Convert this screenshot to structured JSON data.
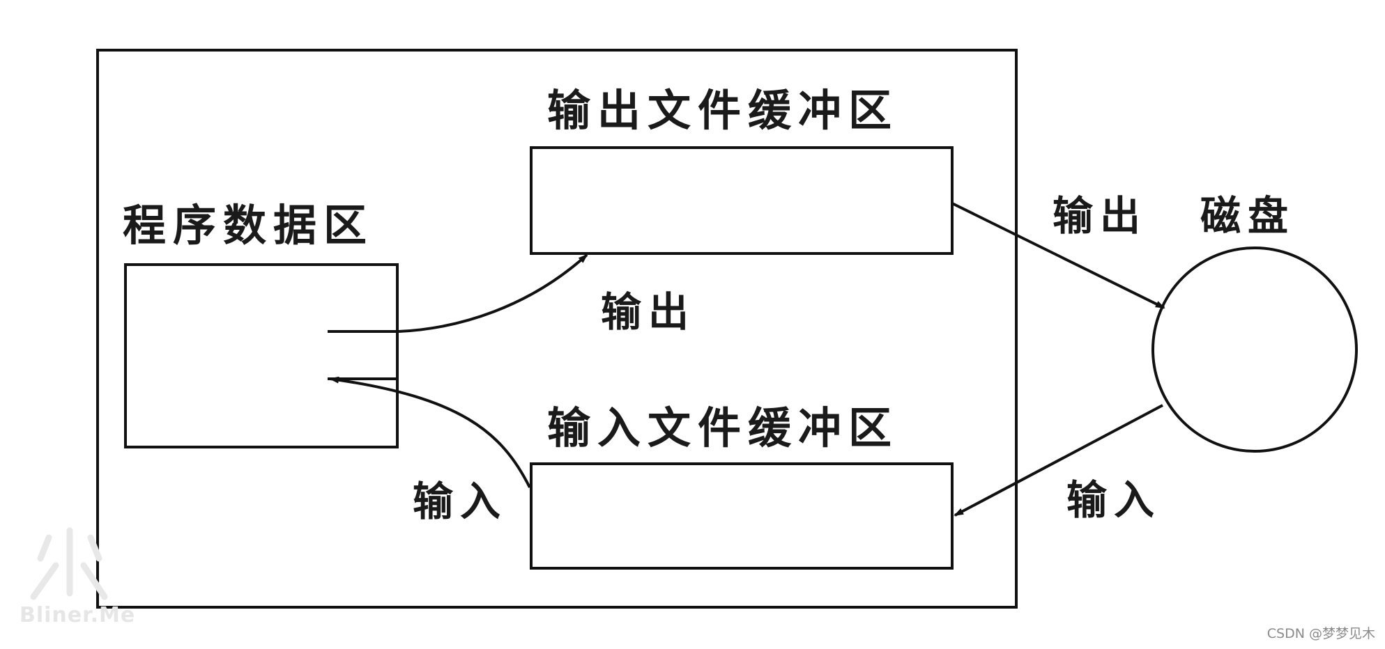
{
  "diagram": {
    "program_data_area": "程序数据区",
    "output_buffer": "输出文件缓冲区",
    "input_buffer": "输入文件缓冲区",
    "output_label_inner": "输出",
    "input_label_inner": "输入",
    "output_label_disk": "输出",
    "disk_label": "磁盘",
    "input_label_disk": "输入"
  },
  "watermarks": {
    "logo_text": "Bliner.Me",
    "csdn": "CSDN @梦梦见木"
  }
}
